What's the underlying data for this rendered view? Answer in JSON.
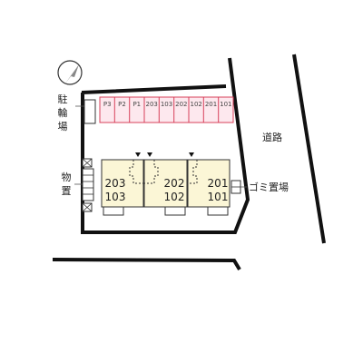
{
  "map": {
    "labels": {
      "bicycle_parking": [
        "駐",
        "輪",
        "場"
      ],
      "storage": [
        "物",
        "置"
      ],
      "garbage": "ゴミ置場",
      "road": "道路"
    },
    "parking_spaces": [
      "P3",
      "P2",
      "P1",
      "203",
      "103",
      "202",
      "102",
      "201",
      "101"
    ],
    "units": [
      {
        "upper": "203",
        "lower": "103"
      },
      {
        "upper": "202",
        "lower": "102"
      },
      {
        "upper": "201",
        "lower": "101"
      }
    ],
    "colors": {
      "parking_fill": "#fde8ee",
      "parking_border": "#d8405a",
      "unit_fill": "#fbf6d6",
      "line": "#111111",
      "thin_line": "#555555"
    },
    "icons": [
      "compass-north-arrow-icon",
      "entrance-marker-icon"
    ]
  }
}
